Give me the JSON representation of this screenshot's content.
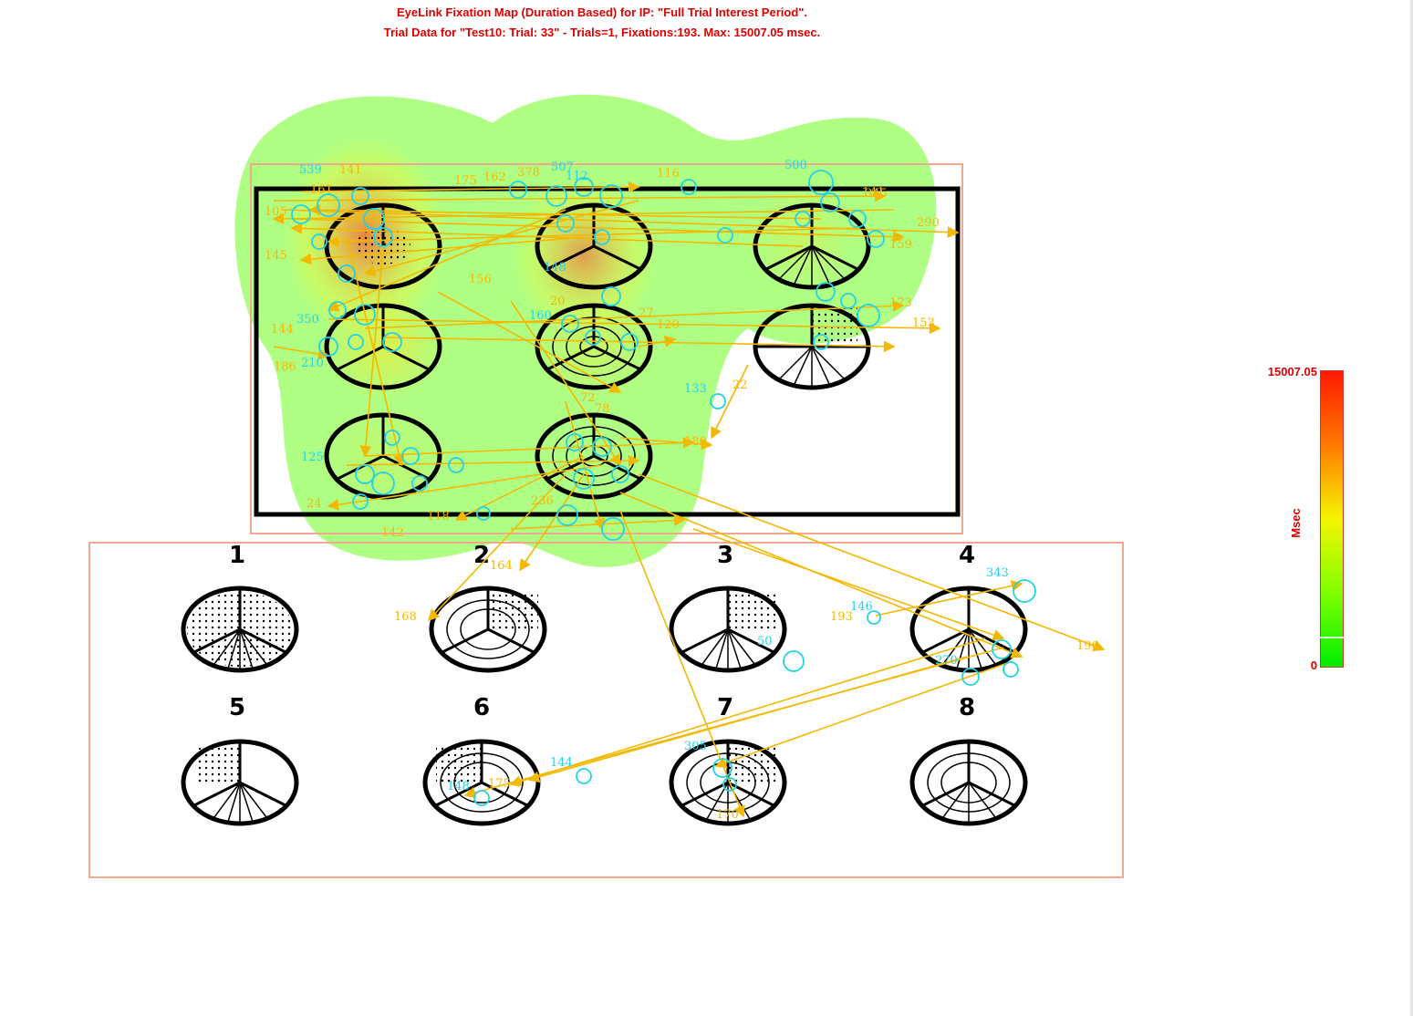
{
  "header": {
    "title_line1": "EyeLink Fixation Map (Duration Based) for IP: \"Full Trial Interest Period\".",
    "title_line2": "Trial Data for  \"Test10: Trial: 33\" - Trials=1, Fixations:193. Max: 15007.05 msec."
  },
  "scale": {
    "max_label": "15007.05",
    "min_label": "0",
    "unit_label": "Msec"
  },
  "options": {
    "labels": [
      "1",
      "2",
      "3",
      "4",
      "5",
      "6",
      "7",
      "8"
    ]
  },
  "fixation_labels": [
    "539",
    "141",
    "378",
    "507",
    "116",
    "500",
    "175",
    "162",
    "112",
    "345",
    "290",
    "159",
    "161",
    "105",
    "148",
    "145",
    "156",
    "20",
    "350",
    "144",
    "186",
    "210",
    "133",
    "22",
    "180",
    "125",
    "24",
    "142",
    "118",
    "164",
    "168",
    "343",
    "193",
    "146",
    "144",
    "196",
    "148",
    "175",
    "153",
    "173",
    "270",
    "305",
    "160",
    "170",
    "27",
    "50",
    "72",
    "78",
    "120",
    "141",
    "236"
  ],
  "colors": {
    "title": "#e00000",
    "heat_low": "#7fff00",
    "heat_mid": "#f5f500",
    "heat_high": "#ff3a00",
    "saccade": "#f5b800",
    "fixation": "#22d3e8",
    "roi_box": "#f0a890"
  }
}
